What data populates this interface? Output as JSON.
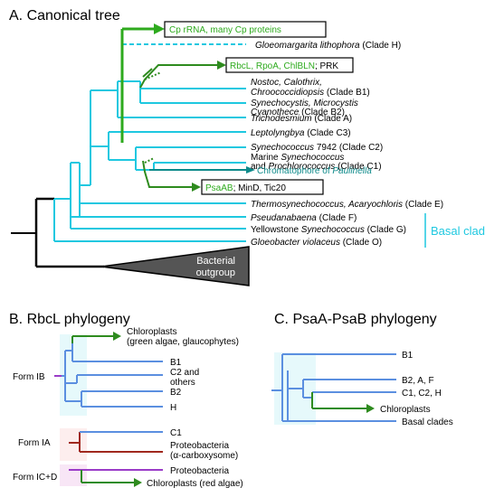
{
  "panels": {
    "a_title": "A. Canonical tree",
    "b_title": "B. RbcL phylogeny",
    "c_title": "C. PsaA-PsaB phylogeny"
  },
  "canonical_tree": {
    "cp_box": "Cp rRNA, many Cp proteins",
    "gloeomargarita": "Gloeomargarita lithophora",
    "gloeomargarita_clade": " (Clade H)",
    "rbcl_box_green": "RbcL, RpoA, ChlBLN",
    "rbcl_box_black": "; PRK",
    "b1_line1": "Nostoc, Calothrix,",
    "b1_line2": "Chroococcidiopsis",
    "b1_clade": " (Clade B1)",
    "b2_line1": "Synechocystis, Microcystis",
    "b2_line2": "Cyanothece",
    "b2_clade": " (Clade B2)",
    "a_taxon": "Trichodesmium",
    "a_clade": " (Clade A)",
    "c3_taxon": "Leptolyngbya",
    "c3_clade": " (Clade C3)",
    "c2_taxon": "Synechococcus",
    "c2_clade": " 7942 (Clade C2)",
    "c1_prefix": "Marine ",
    "c1_taxon": "Synechococcus",
    "c1_line2_pre": "and ",
    "c1_line2_taxon": "Prochlorococcus",
    "c1_clade": " (Clade C1)",
    "chromatophore": "Chromatophore of ",
    "paulinella": "Paulinella",
    "psaab_box_green": "PsaAB",
    "psaab_box_black": "; MinD, Tic20",
    "e_taxon": "Thermosynechococcus, Acaryochloris",
    "e_clade": " (Clade E)",
    "f_taxon": "Pseudanabaena",
    "f_clade": " (Clade F)",
    "g_prefix": "Yellowstone ",
    "g_taxon": "Synechococcus",
    "g_clade": " (Clade G)",
    "o_taxon": "Gloeobacter violaceus",
    "o_clade": " (Clade O)",
    "basal_clades": "Basal clades",
    "outgroup_line1": "Bacterial",
    "outgroup_line2": "outgroup"
  },
  "rbcl": {
    "chloroplasts_green_1": "Chloroplasts",
    "chloroplasts_green_2": "(green algae, glaucophytes)",
    "b1": "B1",
    "c2_line1": "C2 and",
    "c2_line2": "others",
    "b2": "B2",
    "h": "H",
    "form_ib": "Form IB",
    "form_ia": "Form IA",
    "c1": "C1",
    "proteo_ia_1": "Proteobacteria",
    "proteo_ia_2": "(α-carboxysome)",
    "form_icd": "Form IC+D",
    "proteo_icd": "Proteobacteria",
    "chloroplasts_red": "Chloroplasts (red algae)"
  },
  "psaab": {
    "b1": "B1",
    "b2af": "B2, A, F",
    "c1c2h": "C1, C2, H",
    "chloroplasts": "Chloroplasts",
    "basal": "Basal clades"
  },
  "colors": {
    "cyan": "#1ec8e0",
    "green": "#2e8b1e",
    "bright_green": "#2eaa1e",
    "teal": "#0d8a8a",
    "blue": "#5b8fe0",
    "red_brown": "#a0281e",
    "purple": "#9b3cc8",
    "outgroup_gray": "#555555"
  }
}
